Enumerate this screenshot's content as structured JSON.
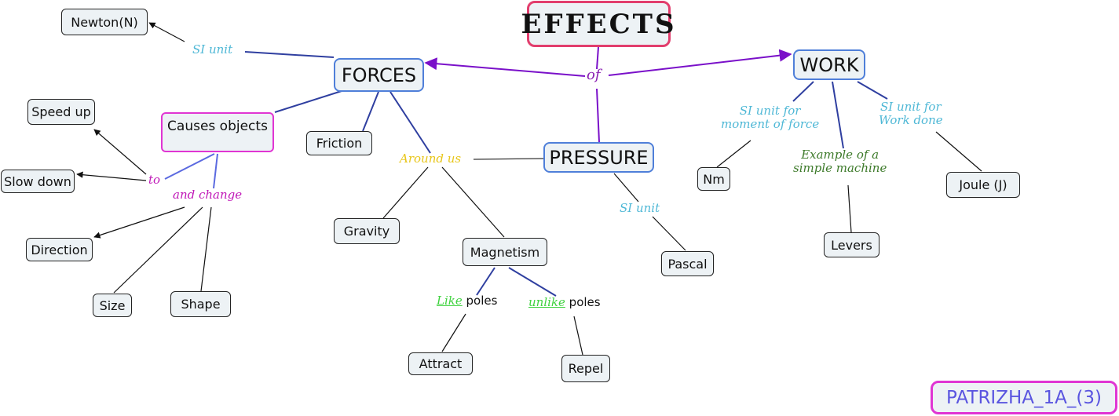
{
  "title": "EFFECTS",
  "signature": "PATRIZHA_1A_(3)",
  "colors": {
    "title_border": "#e23e6d",
    "main_border": "#4f7fd9",
    "pink_border": "#e035d3",
    "node_fill": "#edf2f5",
    "arrow_purple": "#7a10c9",
    "link_blue": "#2f3fa0",
    "label_cyan": "#4fb8d6",
    "label_magenta": "#c019b8",
    "label_yellow": "#e8c61a",
    "label_green": "#3d7a2a",
    "highlight_green": "#3fd23f"
  },
  "main_concepts": {
    "forces": "FORCES",
    "pressure": "PRESSURE",
    "work": "WORK"
  },
  "nodes": {
    "newton": "Newton(N)",
    "causes_objects": "Causes objects",
    "speed_up": "Speed up",
    "slow_down": "Slow down",
    "direction": "Direction",
    "size": "Size",
    "shape": "Shape",
    "friction": "Friction",
    "gravity": "Gravity",
    "magnetism": "Magnetism",
    "attract": "Attract",
    "repel": "Repel",
    "pascal": "Pascal",
    "nm": "Nm",
    "levers": "Levers",
    "joule": "Joule (J)"
  },
  "link_labels": {
    "of": "of",
    "si_unit_forces": "SI unit",
    "to": "to",
    "and_change": "and change",
    "around_us": "Around us",
    "like": "Like",
    "unlike": "unlike",
    "poles": "poles",
    "si_unit_pressure": "SI unit",
    "si_moment_line1": "SI unit for",
    "si_moment_line2": "moment of force",
    "example_line1": "Example of a",
    "example_line2": "simple machine",
    "si_work_line1": "SI unit for",
    "si_work_line2": "Work done"
  }
}
